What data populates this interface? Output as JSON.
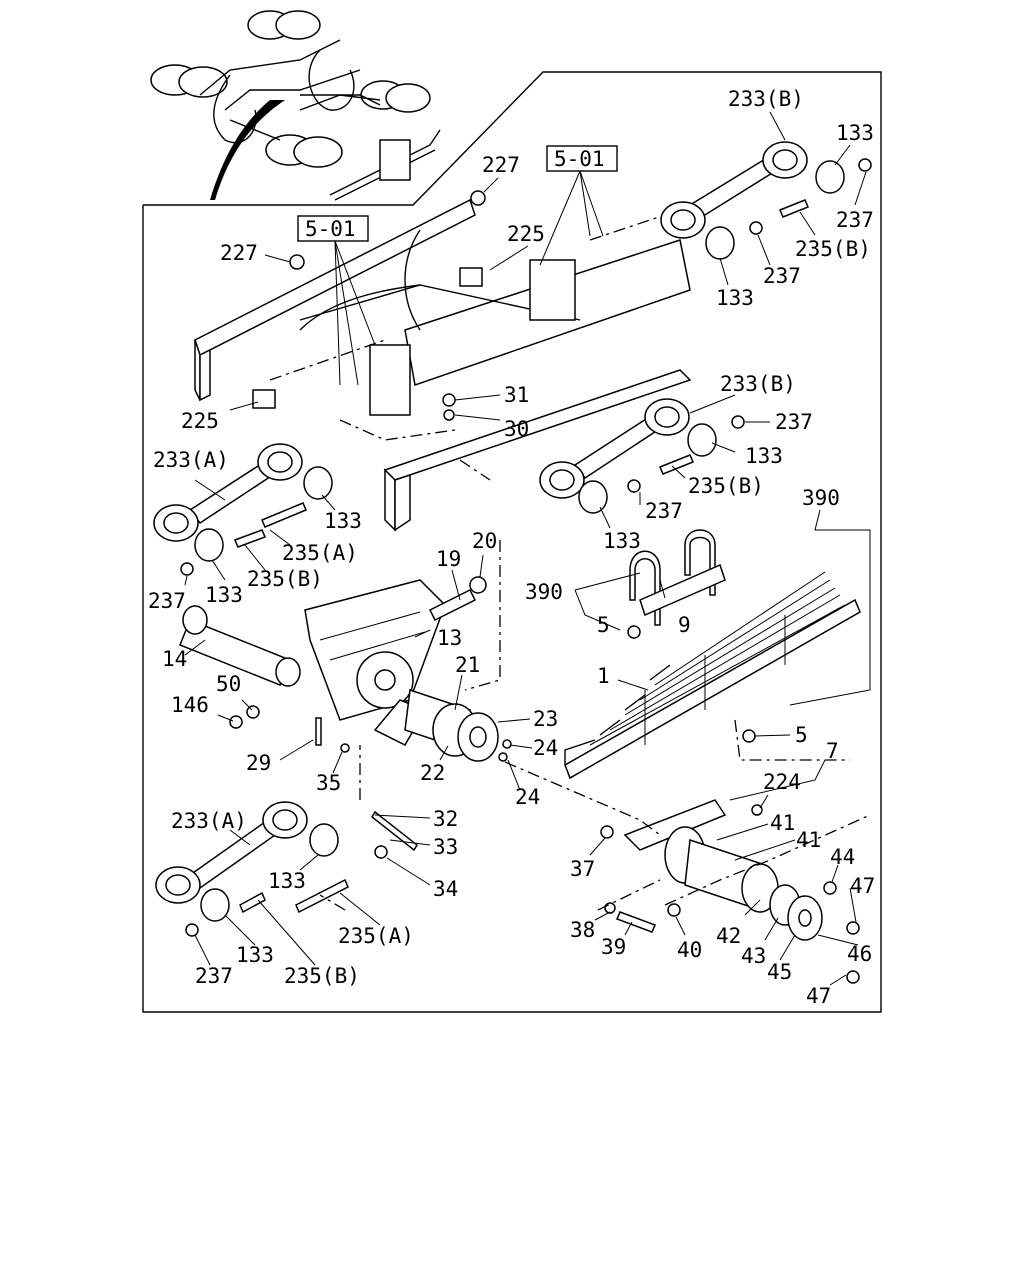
{
  "colors": {
    "ink": "#000000",
    "paper": "#ffffff"
  },
  "labels": {
    "233B_top": "233(B)",
    "133_top1": "133",
    "237_top1": "237",
    "235B_top": "235(B)",
    "237_top2": "237",
    "133_top2": "133",
    "227_a": "227",
    "ref_501_a": "5-01",
    "225_a": "225",
    "227_b": "227",
    "ref_501_b": "5-01",
    "225_b": "225",
    "31": "31",
    "30": "30",
    "233B_mid": "233(B)",
    "237_mid1": "237",
    "133_mid1": "133",
    "235B_mid": "235(B)",
    "237_mid2": "237",
    "133_mid2": "133",
    "390_top": "390",
    "233A_top": "233(A)",
    "133_a1": "133",
    "235A_a": "235(A)",
    "235B_a": "235(B)",
    "237_a": "237",
    "133_a2": "133",
    "19": "19",
    "20": "20",
    "390_left": "390",
    "5_a": "5",
    "9": "9",
    "13": "13",
    "14": "14",
    "1": "1",
    "21": "21",
    "50": "50",
    "146": "146",
    "23": "23",
    "24_a": "24",
    "22": "22",
    "24_b": "24",
    "29": "29",
    "35": "35",
    "5_b": "5",
    "7": "7",
    "224": "224",
    "233A_bot": "233(A)",
    "32": "32",
    "33": "33",
    "41_a": "41",
    "41_b": "41",
    "37": "37",
    "44": "44",
    "133_b1": "133",
    "34": "34",
    "47_a": "47",
    "235A_b": "235(A)",
    "38": "38",
    "39": "39",
    "40": "40",
    "42": "42",
    "43": "43",
    "46": "46",
    "45": "45",
    "237_b": "237",
    "133_b2": "133",
    "235B_b": "235(B)",
    "47_b": "47"
  }
}
